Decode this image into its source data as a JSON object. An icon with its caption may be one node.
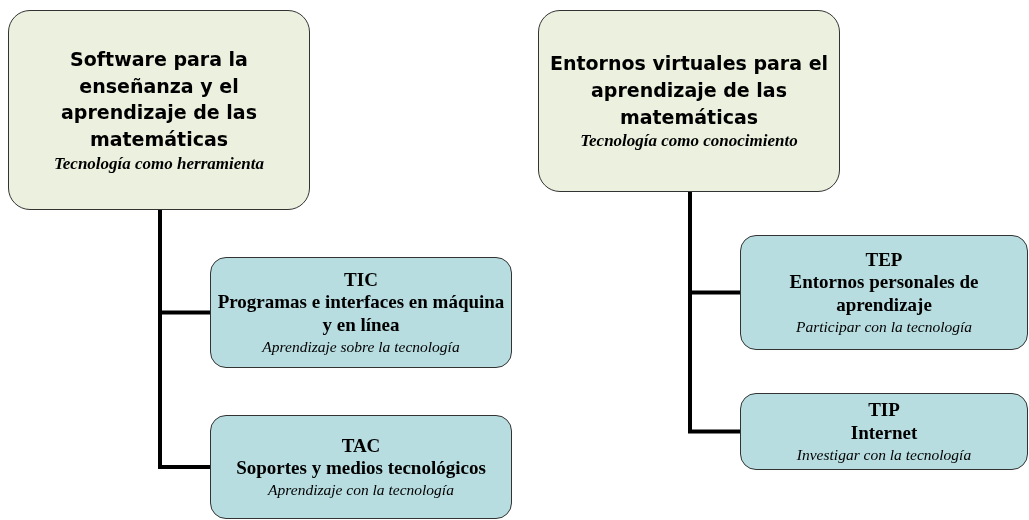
{
  "diagram": {
    "nodes": [
      {
        "text": [
          "Software para la enseñanza y el aprendizaje de las matemáticas",
          "Tecnología como herramienta"
        ]
      },
      {
        "text": [
          "TIC",
          "Programas e interfaces en máquina y en línea",
          "Aprendizaje sobre la tecnología"
        ]
      },
      {
        "text": [
          "TAC",
          "Soportes y medios tecnológicos",
          "Aprendizaje con la tecnología"
        ]
      },
      {
        "text": [
          "Entornos virtuales para el aprendizaje de las matemáticas",
          "Tecnología como conocimiento"
        ]
      },
      {
        "text": [
          "TEP",
          "Entornos personales de aprendizaje",
          "Participar con la tecnología"
        ]
      },
      {
        "text": [
          "TIP",
          "Internet",
          "Investigar con la tecnología"
        ]
      }
    ],
    "edges": [
      {
        "from": 0,
        "to": 1,
        "arrow": "none"
      },
      {
        "from": 0,
        "to": 2,
        "arrow": "none"
      },
      {
        "from": 3,
        "to": 4,
        "arrow": "none"
      },
      {
        "from": 3,
        "to": 5,
        "arrow": "none"
      }
    ]
  }
}
